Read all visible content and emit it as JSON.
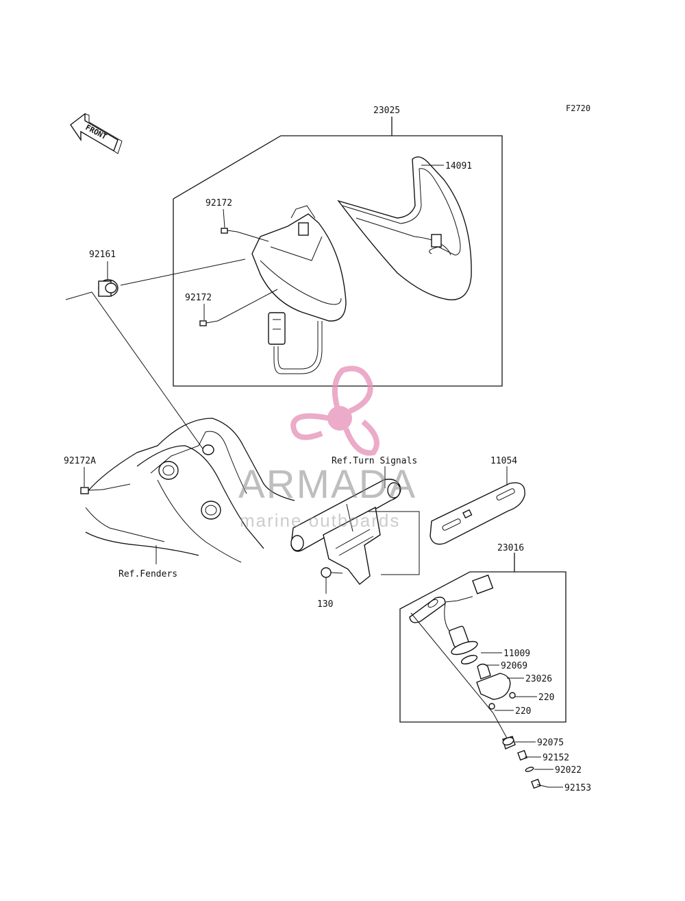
{
  "figure_code": "F2720",
  "front_label": "FRONT",
  "parts": {
    "p23025": "23025",
    "p14091": "14091",
    "p92172_top": "92172",
    "p92172_bottom": "92172",
    "p92161": "92161",
    "p92172A": "92172A",
    "ref_fenders": "Ref.Fenders",
    "ref_turn_signals": "Ref.Turn Signals",
    "p11054": "11054",
    "p130": "130",
    "p23016": "23016",
    "p11009": "11009",
    "p92069": "92069",
    "p23026": "23026",
    "p220_a": "220",
    "p220_b": "220",
    "p92075": "92075",
    "p92152": "92152",
    "p92022": "92022",
    "p92153": "92153"
  },
  "watermark": {
    "brand": "ARMADA",
    "tagline": "marine outboards",
    "color": "#e58fb7"
  }
}
